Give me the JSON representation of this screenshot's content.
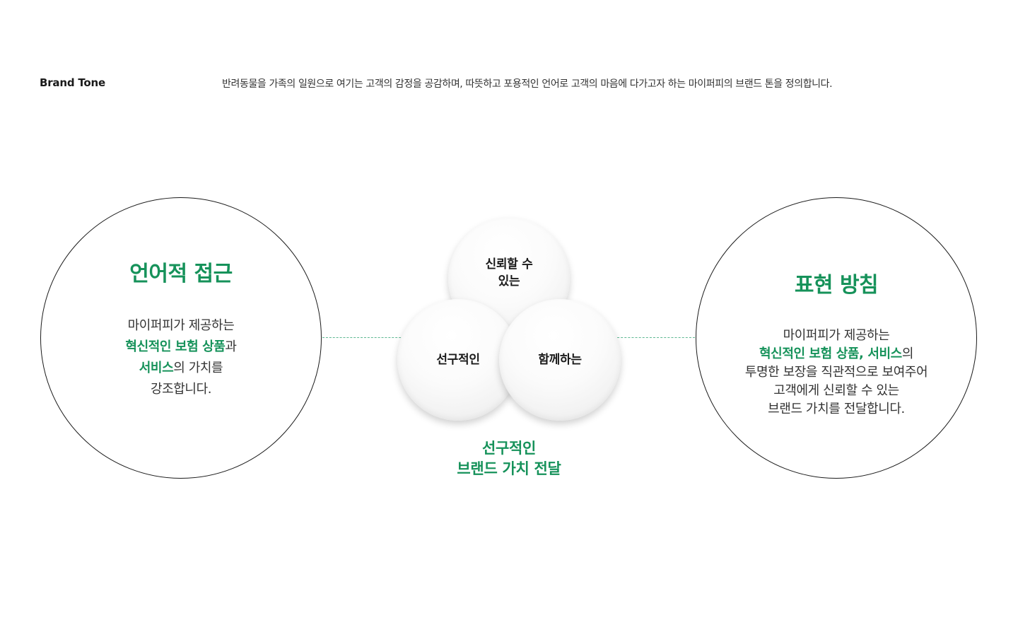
{
  "header": {
    "label": "Brand Tone",
    "description": "반려동물을 가족의 일원으로 여기는 고객의 감정을 공감하며, 따뜻하고 포용적인 언어로 고객의 마음에 다가고자 하는 마이퍼피의 브랜드 톤을 정의합니다."
  },
  "left_circle": {
    "title": "언어적 접근",
    "line1": "마이퍼피가 제공하는",
    "line2_highlight": "혁신적인 보험 상품",
    "line2_rest": "과",
    "line3_highlight": "서비스",
    "line3_rest": "의 가치를",
    "line4": "강조합니다."
  },
  "center": {
    "bubble_top_line1": "신뢰할 수",
    "bubble_top_line2": "있는",
    "bubble_left": "선구적인",
    "bubble_right": "함께하는",
    "caption_line1": "선구적인",
    "caption_line2": "브랜드 가치 전달"
  },
  "right_circle": {
    "title": "표현 방침",
    "line1": "마이퍼피가 제공하는",
    "line2_highlight": "혁신적인 보험 상품, 서비스",
    "line2_rest": "의",
    "line3": "투명한 보장을 직관적으로 보여주어",
    "line4": "고객에게 신뢰할 수 있는",
    "line5": "브랜드 가치를 전달합니다."
  },
  "colors": {
    "accent": "#16925a",
    "outline": "#1a1a1a",
    "connector": "#5fb892"
  }
}
